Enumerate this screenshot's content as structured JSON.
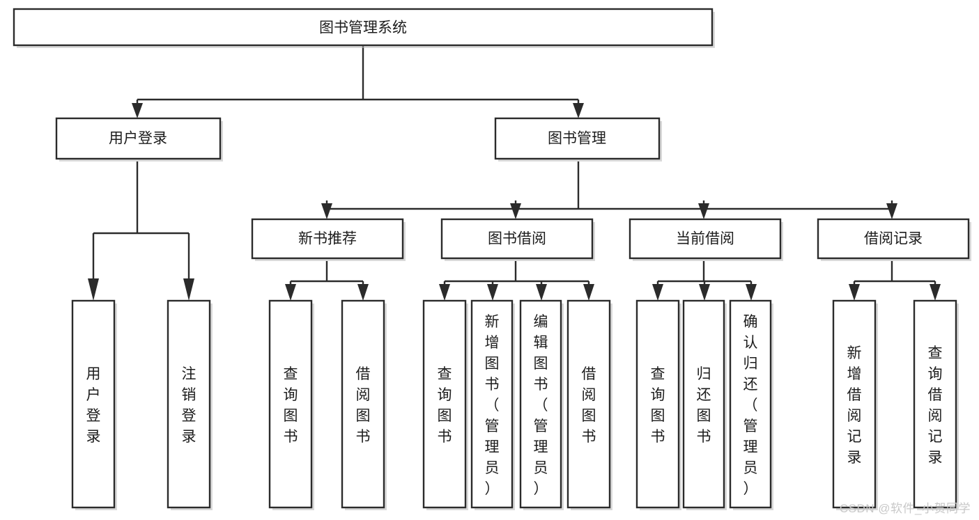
{
  "diagram": {
    "type": "tree",
    "title": "图书管理系统",
    "watermark": "CSDN @软件_小贺同学",
    "colors": {
      "stroke": "#2b2b2b",
      "fill": "#ffffff",
      "text": "#1c1c1c",
      "watermark": "#c8c8c8"
    },
    "nodes": {
      "root": {
        "label": "图书管理系统",
        "orientation": "horizontal"
      },
      "level2": [
        {
          "id": "user-login",
          "label": "用户登录",
          "orientation": "horizontal"
        },
        {
          "id": "book-management",
          "label": "图书管理",
          "orientation": "horizontal"
        }
      ],
      "level3": [
        {
          "id": "new-book-recommend",
          "label": "新书推荐",
          "orientation": "horizontal",
          "parent": "book-management"
        },
        {
          "id": "book-borrow",
          "label": "图书借阅",
          "orientation": "horizontal",
          "parent": "book-management"
        },
        {
          "id": "current-borrow",
          "label": "当前借阅",
          "orientation": "horizontal",
          "parent": "book-management"
        },
        {
          "id": "borrow-records",
          "label": "借阅记录",
          "orientation": "horizontal",
          "parent": "book-management"
        }
      ],
      "leaves": [
        {
          "id": "leaf-user-login",
          "label": "用户登录",
          "orientation": "vertical",
          "parent": "user-login"
        },
        {
          "id": "leaf-logout-login",
          "label": "注销登录",
          "orientation": "vertical",
          "parent": "user-login"
        },
        {
          "id": "leaf-query-books-1",
          "label": "查询图书",
          "orientation": "vertical",
          "parent": "new-book-recommend"
        },
        {
          "id": "leaf-borrow-books-1",
          "label": "借阅图书",
          "orientation": "vertical",
          "parent": "new-book-recommend"
        },
        {
          "id": "leaf-query-books-2",
          "label": "查询图书",
          "orientation": "vertical",
          "parent": "book-borrow"
        },
        {
          "id": "leaf-add-book-admin",
          "label": "新增图书（管理员）",
          "orientation": "vertical",
          "parent": "book-borrow"
        },
        {
          "id": "leaf-edit-book-admin",
          "label": "编辑图书（管理员）",
          "orientation": "vertical",
          "parent": "book-borrow"
        },
        {
          "id": "leaf-borrow-books-2",
          "label": "借阅图书",
          "orientation": "vertical",
          "parent": "book-borrow"
        },
        {
          "id": "leaf-query-books-3",
          "label": "查询图书",
          "orientation": "vertical",
          "parent": "current-borrow"
        },
        {
          "id": "leaf-return-books",
          "label": "归还图书",
          "orientation": "vertical",
          "parent": "current-borrow"
        },
        {
          "id": "leaf-confirm-return-admin",
          "label": "确认归还（管理员）",
          "orientation": "vertical",
          "parent": "current-borrow"
        },
        {
          "id": "leaf-add-borrow-record",
          "label": "新增借阅记录",
          "orientation": "vertical",
          "parent": "borrow-records"
        },
        {
          "id": "leaf-query-borrow-record",
          "label": "查询借阅记录",
          "orientation": "vertical",
          "parent": "borrow-records"
        }
      ]
    }
  }
}
